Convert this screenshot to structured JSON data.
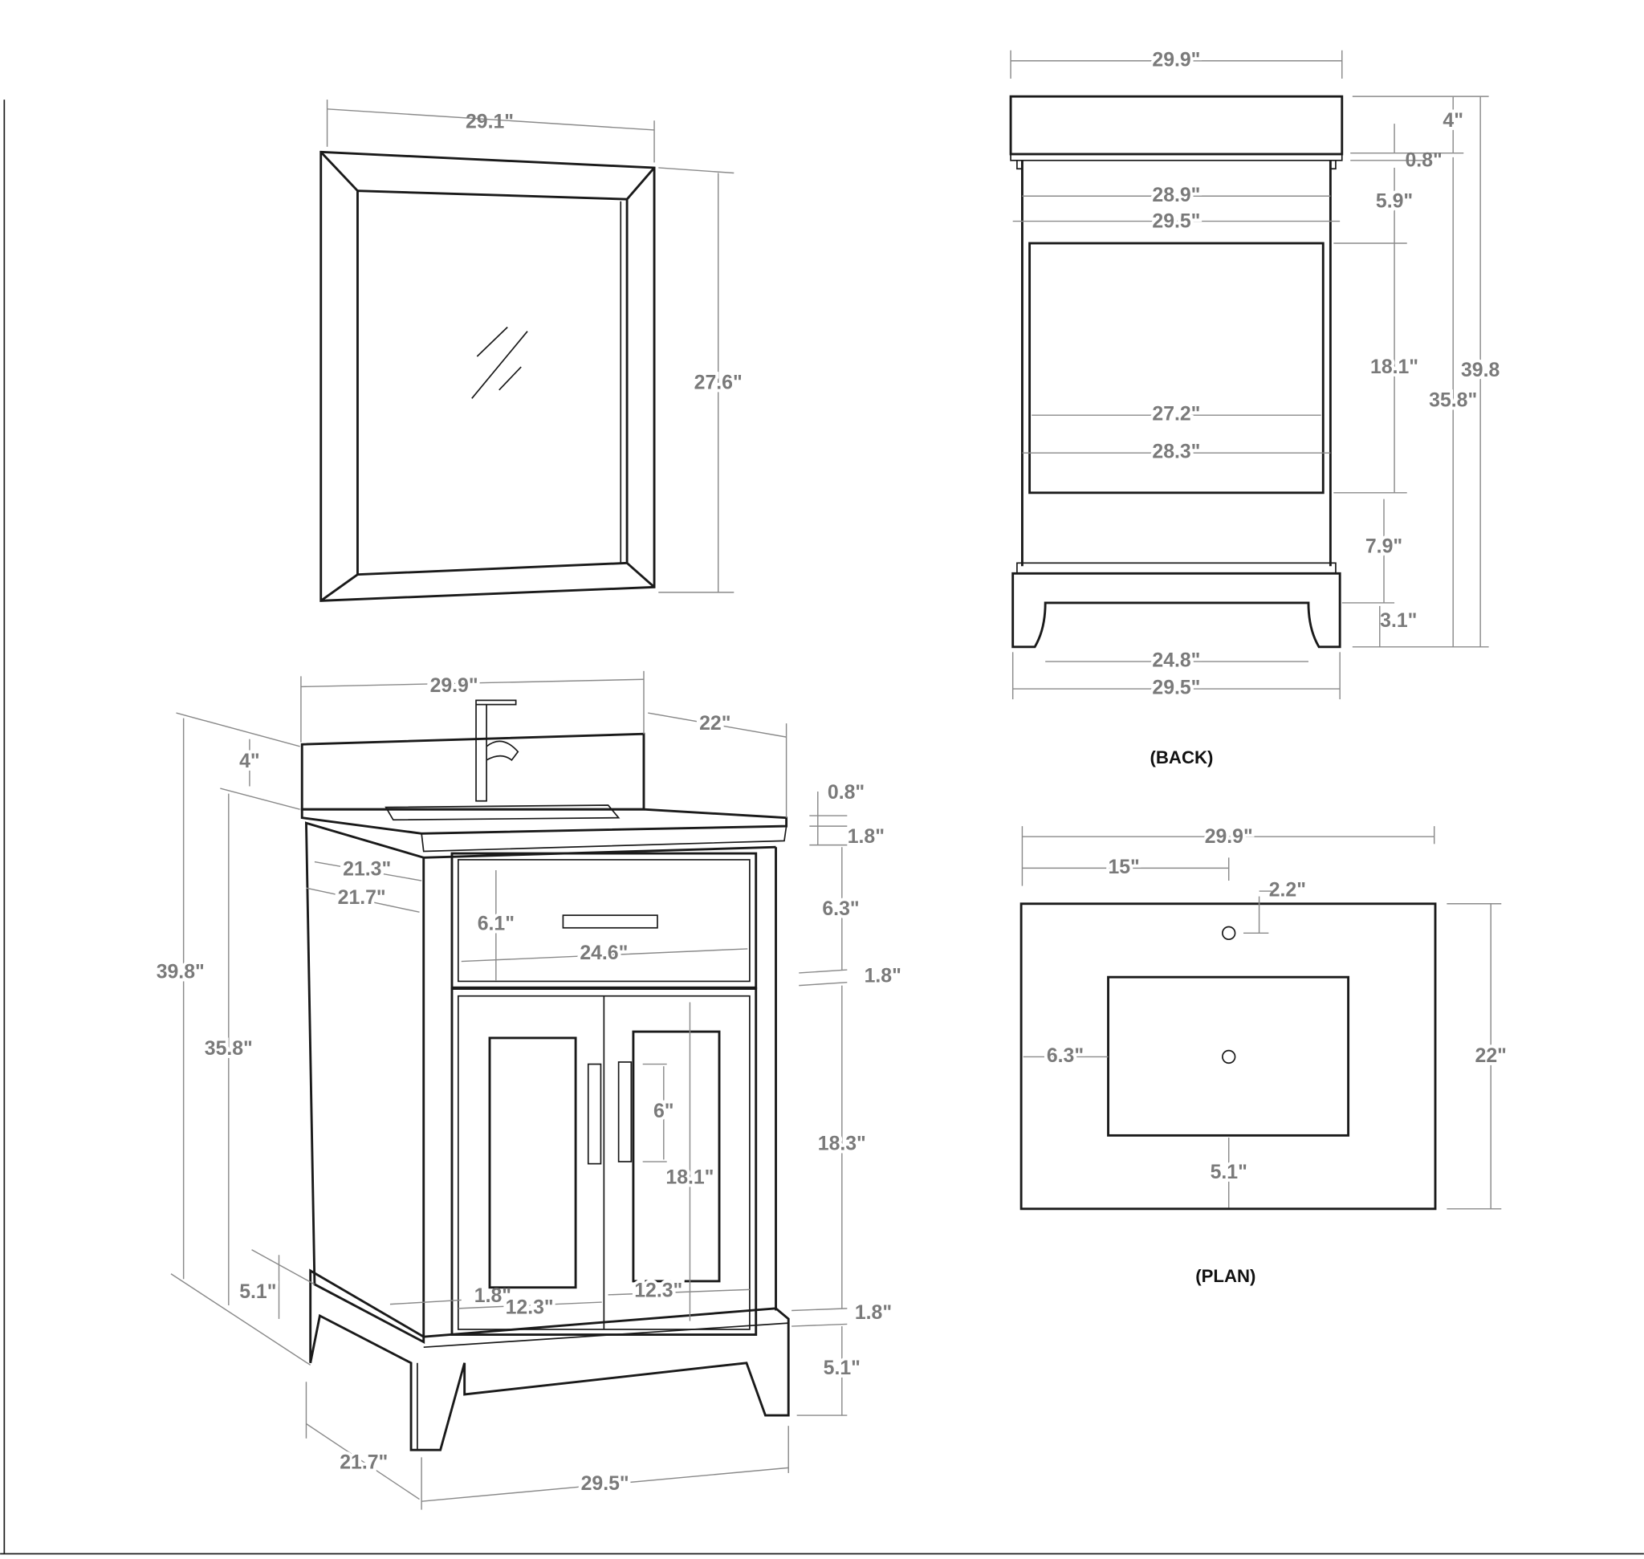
{
  "mirror": {
    "width": "29.1\"",
    "height": "27.6\""
  },
  "back": {
    "caption": "(BACK)",
    "top_width": "29.9\"",
    "backsplash_h": "4\"",
    "top_thick": "0.8\"",
    "inner_w1": "28.9\"",
    "inner_w2": "29.5\"",
    "apron_h": "5.9\"",
    "panel_h": "18.1\"",
    "total_h": "39.8",
    "body_h": "35.8\"",
    "panel_w1": "27.2\"",
    "panel_w2": "28.3\"",
    "lower_h": "7.9\"",
    "base_h": "3.1\"",
    "leg_span": "24.8\"",
    "base_w": "29.5\""
  },
  "plan": {
    "caption": "(PLAN)",
    "width": "29.9\"",
    "center": "15\"",
    "faucet_offset": "2.2\"",
    "side_offset": "6.3\"",
    "depth": "22\"",
    "front_offset": "5.1\""
  },
  "front": {
    "top_width": "29.9\"",
    "depth": "22\"",
    "backsplash_h": "4\"",
    "top_thick": "0.8\"",
    "top_edge": "1.8\"",
    "side_d1": "21.3\"",
    "side_d2": "21.7\"",
    "drawer_h": "6.1\"",
    "drawer_w": "24.6\"",
    "drawer_zone": "6.3\"",
    "rail": "1.8\"",
    "total_h": "39.8\"",
    "body_h": "35.8\"",
    "handle_len": "6\"",
    "door_h": "18.1\"",
    "door_zone": "18.3\"",
    "toe_h": "5.1\"",
    "bottom_rail": "1.8\"",
    "stile": "1.8\"",
    "door_w1": "12.3\"",
    "door_w2": "12.3\"",
    "base_h": "5.1\"",
    "base_depth": "21.7\"",
    "base_w": "29.5\""
  }
}
